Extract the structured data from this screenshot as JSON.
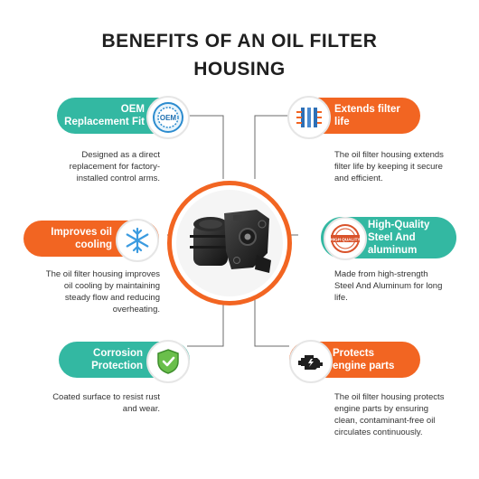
{
  "page": {
    "title_line1": "BENEFITS OF AN OIL FILTER",
    "title_line2": "HOUSING"
  },
  "colors": {
    "teal": "#33b8a2",
    "orange": "#f26522",
    "line": "#6b6b6b"
  },
  "benefits": [
    {
      "icon": "oem-seal-icon",
      "title_lines": [
        "OEM",
        "Replacement Fit"
      ],
      "badge_text": "OEM",
      "description_lines": [
        "Designed as a direct",
        "replacement for factory-",
        "installed control arms."
      ]
    },
    {
      "icon": "filter-layers-icon",
      "title_lines": [
        "Extends filter",
        "life"
      ],
      "description_lines": [
        "The oil filter housing extends",
        "filter life by keeping it secure",
        "and efficient."
      ]
    },
    {
      "icon": "snowflake-icon",
      "title_lines": [
        "Improves oil",
        "cooling"
      ],
      "description_lines": [
        "The oil filter housing improves",
        "oil cooling by maintaining",
        "steady flow and reducing",
        "overheating."
      ]
    },
    {
      "icon": "high-quality-stamp-icon",
      "title_lines": [
        "High-Quality",
        "Steel And",
        "aluminum"
      ],
      "badge_text": "HIGH QUALITY",
      "description_lines": [
        "Made from high-strength",
        "Steel And Aluminum for long",
        "life."
      ]
    },
    {
      "icon": "shield-check-icon",
      "title_lines": [
        "Corrosion",
        "Protection"
      ],
      "description_lines": [
        "Coated surface to resist rust",
        "and wear."
      ]
    },
    {
      "icon": "engine-warning-icon",
      "title_lines": [
        "Protects",
        "engine parts"
      ],
      "description_lines": [
        "The oil filter housing protects",
        "engine parts by ensuring",
        "clean, contaminant-free oil",
        "circulates continuously."
      ]
    }
  ]
}
